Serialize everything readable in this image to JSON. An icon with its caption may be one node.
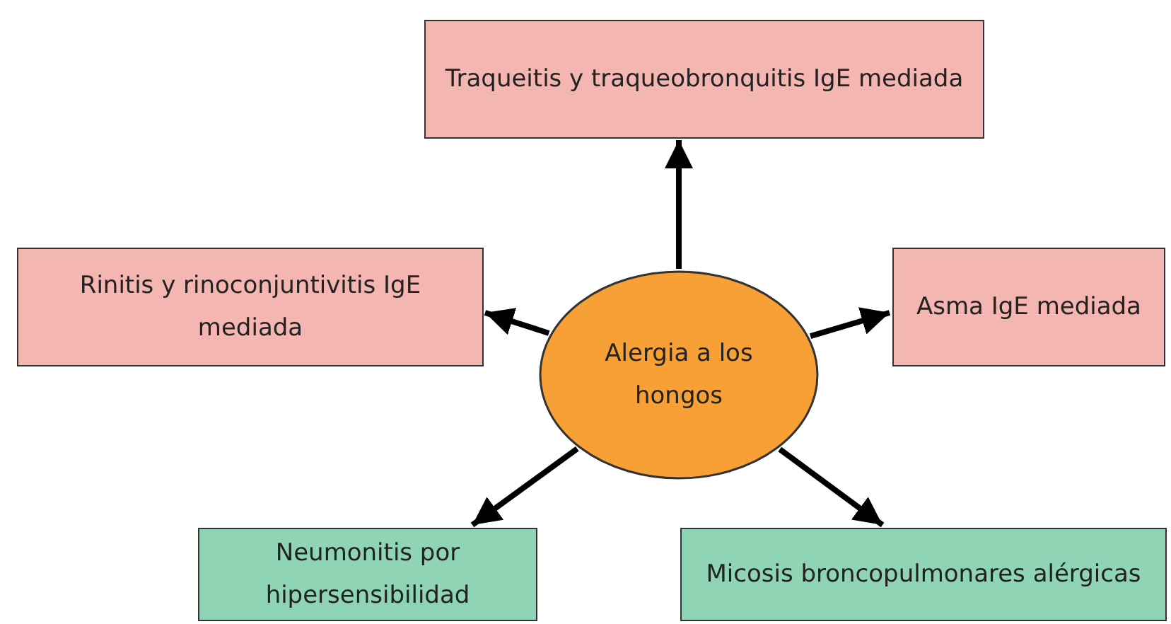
{
  "diagram": {
    "nodes": [
      {
        "text": [
          "Alergia a los hongos"
        ]
      },
      {
        "text": [
          "Traqueitis y traqueobronquitis IgE mediada"
        ]
      },
      {
        "text": [
          "Rinitis y rinoconjuntivitis IgE mediada"
        ]
      },
      {
        "text": [
          "Asma IgE mediada"
        ]
      },
      {
        "text": [
          "Neumonitis por hipersensibilidad"
        ]
      },
      {
        "text": [
          "Micosis broncopulmonares alérgicas"
        ]
      }
    ],
    "edges": [
      {
        "from": 0,
        "to": 1,
        "arrow": "to"
      },
      {
        "from": 0,
        "to": 2,
        "arrow": "to"
      },
      {
        "from": 0,
        "to": 3,
        "arrow": "to"
      },
      {
        "from": 0,
        "to": 4,
        "arrow": "to"
      },
      {
        "from": 0,
        "to": 5,
        "arrow": "to"
      }
    ]
  }
}
